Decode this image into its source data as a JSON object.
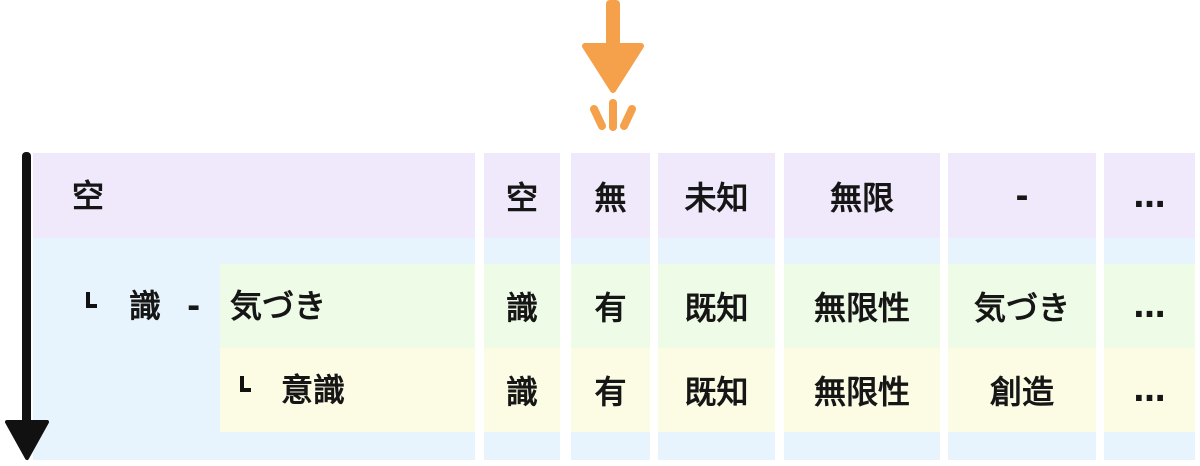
{
  "colors": {
    "purple_row": "#f0e9fb",
    "blue_band": "#e8f4fd",
    "green_row": "#eefbe6",
    "yellow_row": "#fcfbe3",
    "accent_arrow": "#f5a04a",
    "axis_arrow": "#111111"
  },
  "icons": {
    "top_marker": "down-arrow-with-burst-icon",
    "vertical_axis": "down-arrow-icon"
  },
  "tree": {
    "root": "空",
    "child": "識",
    "child_dash": "-",
    "child_note": "気づき",
    "grandchild": "意識"
  },
  "rows": [
    [
      "空",
      "無",
      "未知",
      "無限",
      "-",
      "…"
    ],
    [
      "識",
      "有",
      "既知",
      "無限性",
      "気づき",
      "…"
    ],
    [
      "識",
      "有",
      "既知",
      "無限性",
      "創造",
      "…"
    ]
  ]
}
